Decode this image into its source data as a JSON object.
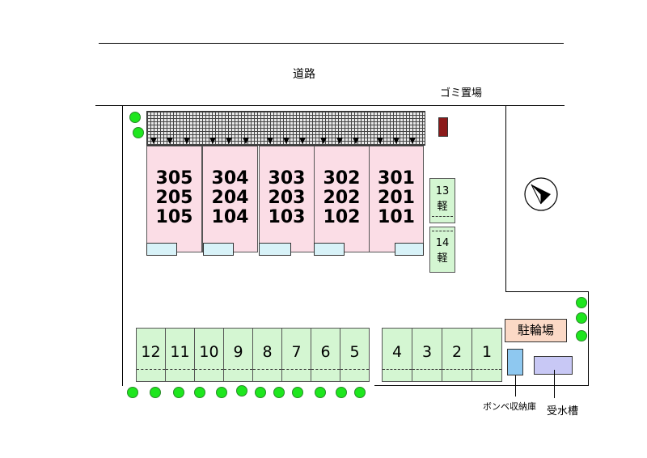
{
  "road": {
    "label": "道路"
  },
  "garbage": {
    "label": "ゴミ置場",
    "color": "#8b1a1a"
  },
  "units": [
    {
      "top": "305",
      "mid": "205",
      "bot": "105"
    },
    {
      "top": "304",
      "mid": "204",
      "bot": "104"
    },
    {
      "top": "303",
      "mid": "203",
      "bot": "103"
    },
    {
      "top": "302",
      "mid": "202",
      "bot": "102"
    },
    {
      "top": "301",
      "mid": "201",
      "bot": "101"
    }
  ],
  "kei_spaces": [
    {
      "num": "13",
      "kanji": "軽"
    },
    {
      "num": "14",
      "kanji": "軽"
    }
  ],
  "parking_left": [
    "12",
    "11",
    "10",
    "9",
    "8",
    "7",
    "6",
    "5"
  ],
  "parking_right": [
    "4",
    "3",
    "2",
    "1"
  ],
  "bicycle": {
    "label": "駐輪場",
    "color": "#fbd9c6"
  },
  "gas_storage": {
    "label": "ボンベ収納庫",
    "color": "#8ec8f0"
  },
  "water_tank": {
    "label": "受水槽",
    "color": "#c8c8f5"
  },
  "colors": {
    "unit": "#fbdde6",
    "parking": "#d4f6d2",
    "tree": "#1ee61e",
    "balcony": "#d8f2f8"
  },
  "compass": {
    "icon": "compass-icon"
  }
}
